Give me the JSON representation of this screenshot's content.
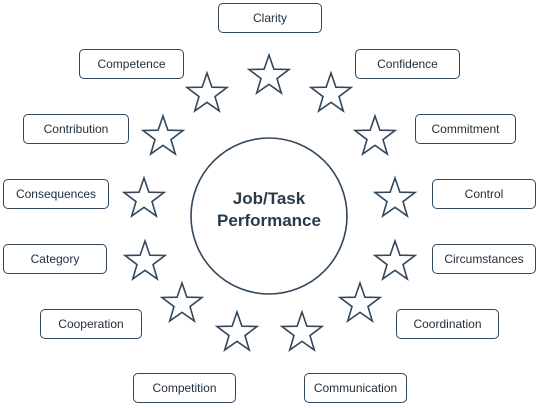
{
  "center": {
    "line1": "Job/Task",
    "line2": "Performance"
  },
  "labels": {
    "clarity": "Clarity",
    "competence": "Competence",
    "confidence": "Confidence",
    "contribution": "Contribution",
    "commitment": "Commitment",
    "consequences": "Consequences",
    "control": "Control",
    "category": "Category",
    "circumstances": "Circumstances",
    "cooperation": "Cooperation",
    "coordination": "Coordination",
    "competition": "Competition",
    "communication": "Communication"
  },
  "colors": {
    "stroke": "#33475a",
    "text": "#1f2d3a",
    "star_fill": "#ffffff"
  },
  "icons": {
    "star": "star-icon"
  }
}
